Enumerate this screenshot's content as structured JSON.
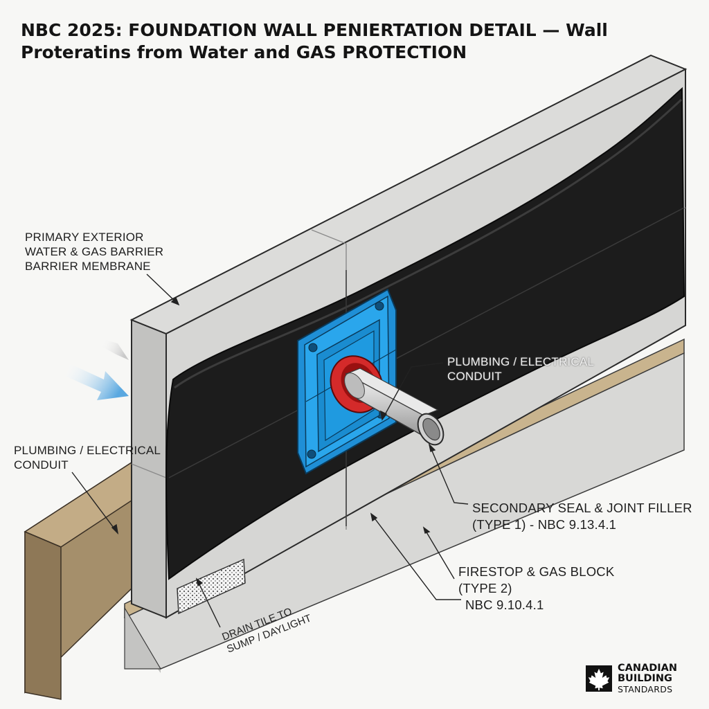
{
  "title": {
    "line1": "NBC 2025: FOUNDATION WALL PENIERTATION DETAIL — Wall",
    "line2": "Proteratins from Water and GAS PROTECTION"
  },
  "labels": {
    "membrane": [
      "PRIMARY EXTERIOR",
      "WATER & GAS BARRIER",
      "BARRIER MEMBRANE"
    ],
    "conduit_left": [
      "PLUMBING / ELECTRICAL",
      "CONDUIT"
    ],
    "conduit_pipe": [
      "PLUMBING / ELECTRICAL",
      "CONDUIT"
    ],
    "secondary_seal": [
      "SECONDARY SEAL & JOINT FILLER",
      "(TYPE 1) - NBC 9.13.4.1"
    ],
    "firestop": [
      "FIRESTOP & GAS BLOCK",
      "(TYPE 2)",
      "NBC 9.10.4.1"
    ],
    "drain_tile": [
      "DRAIN TILE TO",
      "SUMP / DAYLIGHT"
    ]
  },
  "logo": {
    "line1": "CANADIAN",
    "line2": "BUILDING",
    "line3": "STANDARDS",
    "icon": "maple-leaf-icon"
  },
  "colors": {
    "concrete": "#d6d6d4",
    "membrane": "#1c1c1c",
    "flange": "#2a9be0",
    "gasket": "#d42a2a",
    "soil": "#a08a68",
    "flow_arrow": "#8cc4ea"
  }
}
